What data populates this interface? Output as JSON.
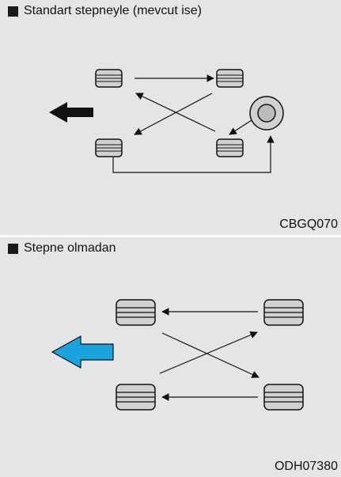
{
  "top_panel": {
    "title": "Standart stepneyle (mevcut ise)",
    "code": "CBGQ070"
  },
  "bottom_panel": {
    "title": "Stepne olmadan",
    "code": "ODH07380"
  },
  "colors": {
    "background": "#e4e5e6",
    "tire_fill": "#cfd1d3",
    "black_arrow": "#111111",
    "blue_arrow": "#1aa3dc"
  },
  "icons": [
    "square-bullet-icon",
    "tire-icon",
    "spare-tire-icon",
    "direction-arrow-icon",
    "blue-direction-arrow-icon"
  ]
}
